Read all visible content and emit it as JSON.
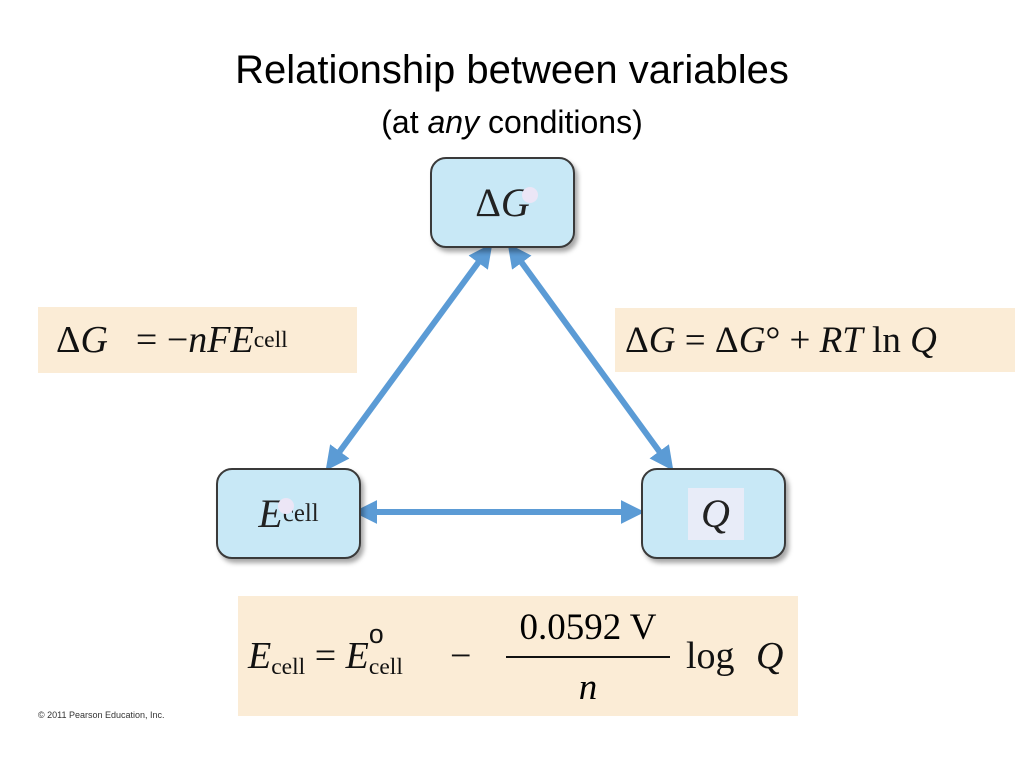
{
  "title": "Relationship between variables",
  "subtitle": {
    "prefix": "(at ",
    "emphasis": "any",
    "suffix": " conditions)"
  },
  "nodes": {
    "delta_g": {
      "delta": "Δ",
      "symbol": "G"
    },
    "e_cell": {
      "symbol": "E",
      "subscript": "cell"
    },
    "q": {
      "symbol": "Q"
    }
  },
  "equations": {
    "left": {
      "lhs_delta": "Δ",
      "lhs_symbol": "G",
      "rhs": "= −",
      "rhs_vars": "nFE",
      "rhs_sub": "cell"
    },
    "right": {
      "lhs_delta": "Δ",
      "lhs_symbol": "G",
      "eq1": " = ",
      "delta2": "Δ",
      "g2": "G",
      "deg": "°",
      "plus": " + ",
      "rt": "RT",
      "ln": " ln ",
      "q": "Q"
    },
    "bottom": {
      "e1": "E",
      "sub1": "cell",
      "eq": " = ",
      "e2": "E",
      "deg": "o",
      "sub2": "cell",
      "minus": "−",
      "numerator": "0.0592 V",
      "denominator": "n",
      "log": "log",
      "q": "Q"
    }
  },
  "copyright": "© 2011 Pearson Education, Inc.",
  "colors": {
    "arrow": "#5b9bd5",
    "node_fill": "#c8e8f6",
    "equation_fill": "#fbecd6"
  }
}
